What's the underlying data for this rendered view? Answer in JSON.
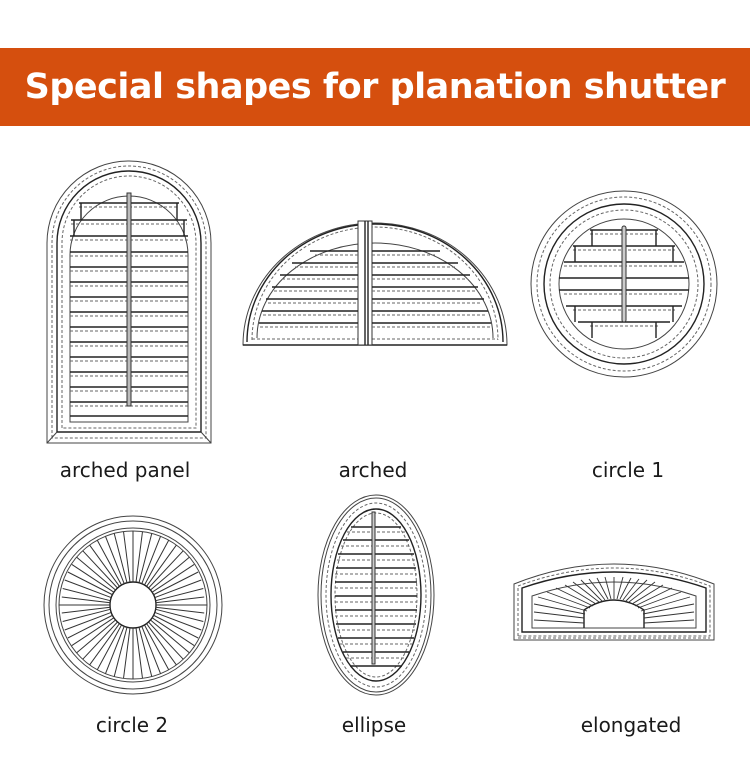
{
  "banner": {
    "title": "Special shapes for planation shutter",
    "background_color": "#d54f0e",
    "text_color": "#ffffff"
  },
  "shapes": [
    {
      "label": "arched panel",
      "icon": "arched-panel-shutter-drawing"
    },
    {
      "label": "arched",
      "icon": "arched-shutter-drawing"
    },
    {
      "label": "circle 1",
      "icon": "circle-louvered-shutter-drawing"
    },
    {
      "label": "circle 2",
      "icon": "circle-sunburst-shutter-drawing"
    },
    {
      "label": "ellipse",
      "icon": "ellipse-shutter-drawing"
    },
    {
      "label": "elongated",
      "icon": "elongated-sunburst-shutter-drawing"
    }
  ]
}
